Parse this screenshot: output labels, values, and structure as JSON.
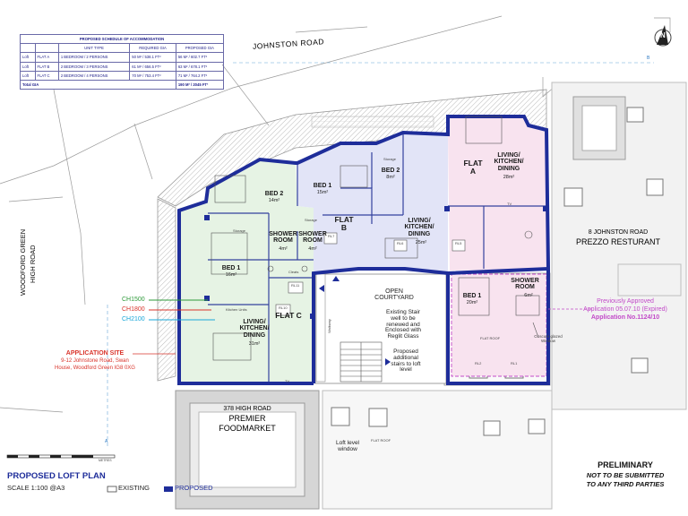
{
  "schedule": {
    "title": "PROPOSED SCHEDULE OF ACCOMMODATION",
    "headers": [
      "",
      "",
      "UNIT TYPE",
      "REQUIRED GIA",
      "PROPOSED GIA"
    ],
    "rows": [
      [
        "Loft",
        "FLAT A",
        "1 BEDROOM / 2 PERSONS",
        "50 M² / 538.1 FT²",
        "56 M² / 602.7 FT²"
      ],
      [
        "Loft",
        "FLAT B",
        "2 BEDROOM / 3 PERSONS",
        "61 M² / 656.5 FT²",
        "63 M² / 678.1 FT²"
      ],
      [
        "Loft",
        "FLAT C",
        "2 BEDROOM / 4 PERSONS",
        "70 M² / 753.4 FT²",
        "71 M² / 764.2 FT²"
      ]
    ],
    "total_label": "Total GIA",
    "total_value": "190 M² / 2045 FT²"
  },
  "roads": {
    "johnston": "JOHNSTON ROAD",
    "woodford_line1": "WOODFORD GREEN",
    "woodford_line2": "HIGH ROAD"
  },
  "north": "N",
  "section_marks": {
    "b": "B",
    "a": "A"
  },
  "rooms": {
    "flat_a": "FLAT\nA",
    "flat_b": "FLAT\nB",
    "flat_c": "FLAT C",
    "living_a": "LIVING/\nKITCHEN/\nDINING",
    "living_a_area": "28m²",
    "living_b": "LIVING/\nKITCHEN/\nDINING",
    "living_b_area": "25m²",
    "living_c": "LIVING/\nKITCHEN/\nDINING",
    "living_c_area": "31m²",
    "bed1_a": "BED 1",
    "bed1_a_area": "20m²",
    "bed1_b": "BED 1",
    "bed1_b_area": "15m²",
    "bed2_b": "BED 2",
    "bed2_b_area": "8m²",
    "bed1_c": "BED 1",
    "bed1_c_area": "16m²",
    "bed2_c": "BED 2",
    "bed2_c_area": "14m²",
    "shower_b": "SHOWER\nROOM",
    "shower_b_area": "4m²",
    "shower_c": "SHOWER\nROOM",
    "shower_c_area": "4m²",
    "shower_a": "SHOWER\nROOM",
    "shower_a_area": "6m²",
    "courtyard": "OPEN\nCOURTYARD",
    "storage": "Storage",
    "tv": "TV",
    "kitchen_units": "Kitchen Units",
    "cleats": "Cleats",
    "walkway": "Walkway",
    "flat_roof": "FLAT ROOF"
  },
  "rooflights": [
    "RL1",
    "RL2",
    "RL5",
    "RL6",
    "RL7",
    "RL10",
    "RL11"
  ],
  "ch_labels": [
    {
      "text": "CH1500",
      "color": "#2e9a3a"
    },
    {
      "text": "CH1800",
      "color": "#d9342b"
    },
    {
      "text": "CH2100",
      "color": "#1aa7d8"
    }
  ],
  "application_site": {
    "title": "APPLICATION SITE",
    "address1": "9-12 Johnstone Road, Swan",
    "address2": "House, Woodford Green IG8 0XG"
  },
  "stair_note": "Existing Stair\nwell to be\nrenewed and\nEnclosed with\nReglit Glass",
  "stairs_note": "Proposed\nadditional\nstairs to loft\nlevel",
  "neighbour": {
    "line1": "8 JOHNSTON ROAD",
    "line2": "PREZZO RESTURANT"
  },
  "previously": {
    "line1": "Previously Approved",
    "line2": "Application 05.07.10 (Expired)",
    "line3": "Application No.1124/10",
    "color": "#c24ac8"
  },
  "obscure_note": "Obscure glazed\nWindow",
  "foodmarket": {
    "line1": "378 HIGH ROAD",
    "line2": "PREMIER",
    "line3": "FOODMARKET"
  },
  "loft_window": "Loft level\nwindow",
  "title_block": {
    "title": "PROPOSED LOFT PLAN",
    "scale": "SCALE 1:100 @A3",
    "existing": "EXISTING",
    "proposed": "PROPOSED",
    "scale_bar_unit": "METRES"
  },
  "preliminary": {
    "line1": "PRELIMINARY",
    "line2": "NOT TO BE SUBMITTED",
    "line3": "TO ANY THIRD PARTIES"
  },
  "colors": {
    "wall": "#1e2d9a",
    "flat_a": "#f8e3ef",
    "flat_b": "#e2e4f7",
    "flat_c": "#e6f3e4",
    "boundary": "#c24ac8",
    "roof": "#c9c9c9"
  }
}
